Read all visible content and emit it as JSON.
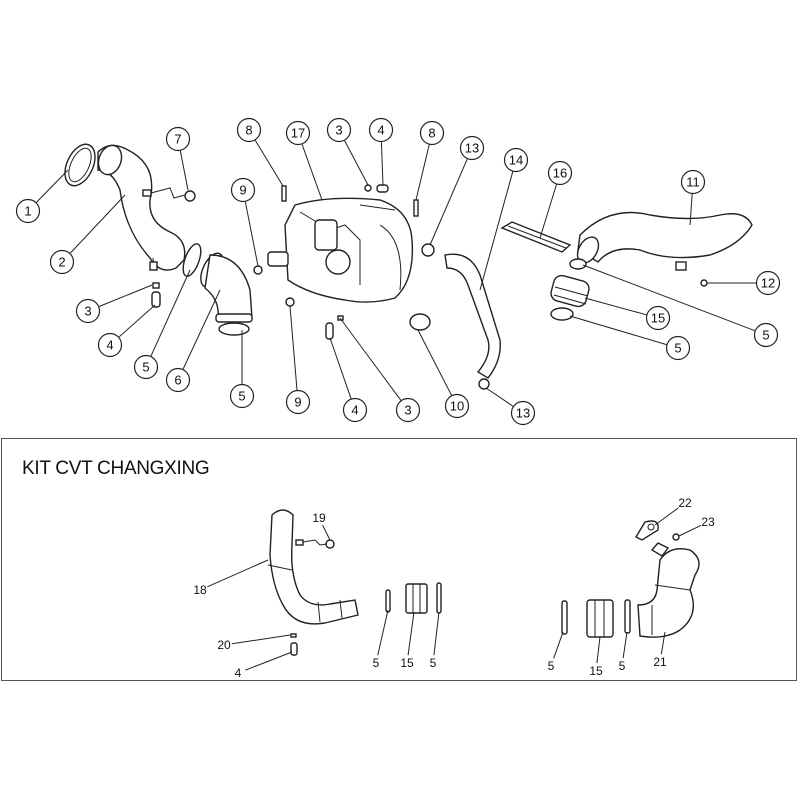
{
  "kit": {
    "title": "KIT CVT CHANGXING"
  },
  "callouts_main": [
    "1",
    "2",
    "7",
    "3",
    "4",
    "5",
    "6",
    "5",
    "9",
    "9",
    "8",
    "17",
    "3",
    "4",
    "8",
    "4",
    "3",
    "13",
    "14",
    "16",
    "10",
    "13",
    "11",
    "12",
    "15",
    "5",
    "5"
  ],
  "callouts_kit": [
    "19",
    "18",
    "20",
    "4",
    "5",
    "15",
    "5",
    "22",
    "23",
    "5",
    "15",
    "5",
    "21"
  ]
}
